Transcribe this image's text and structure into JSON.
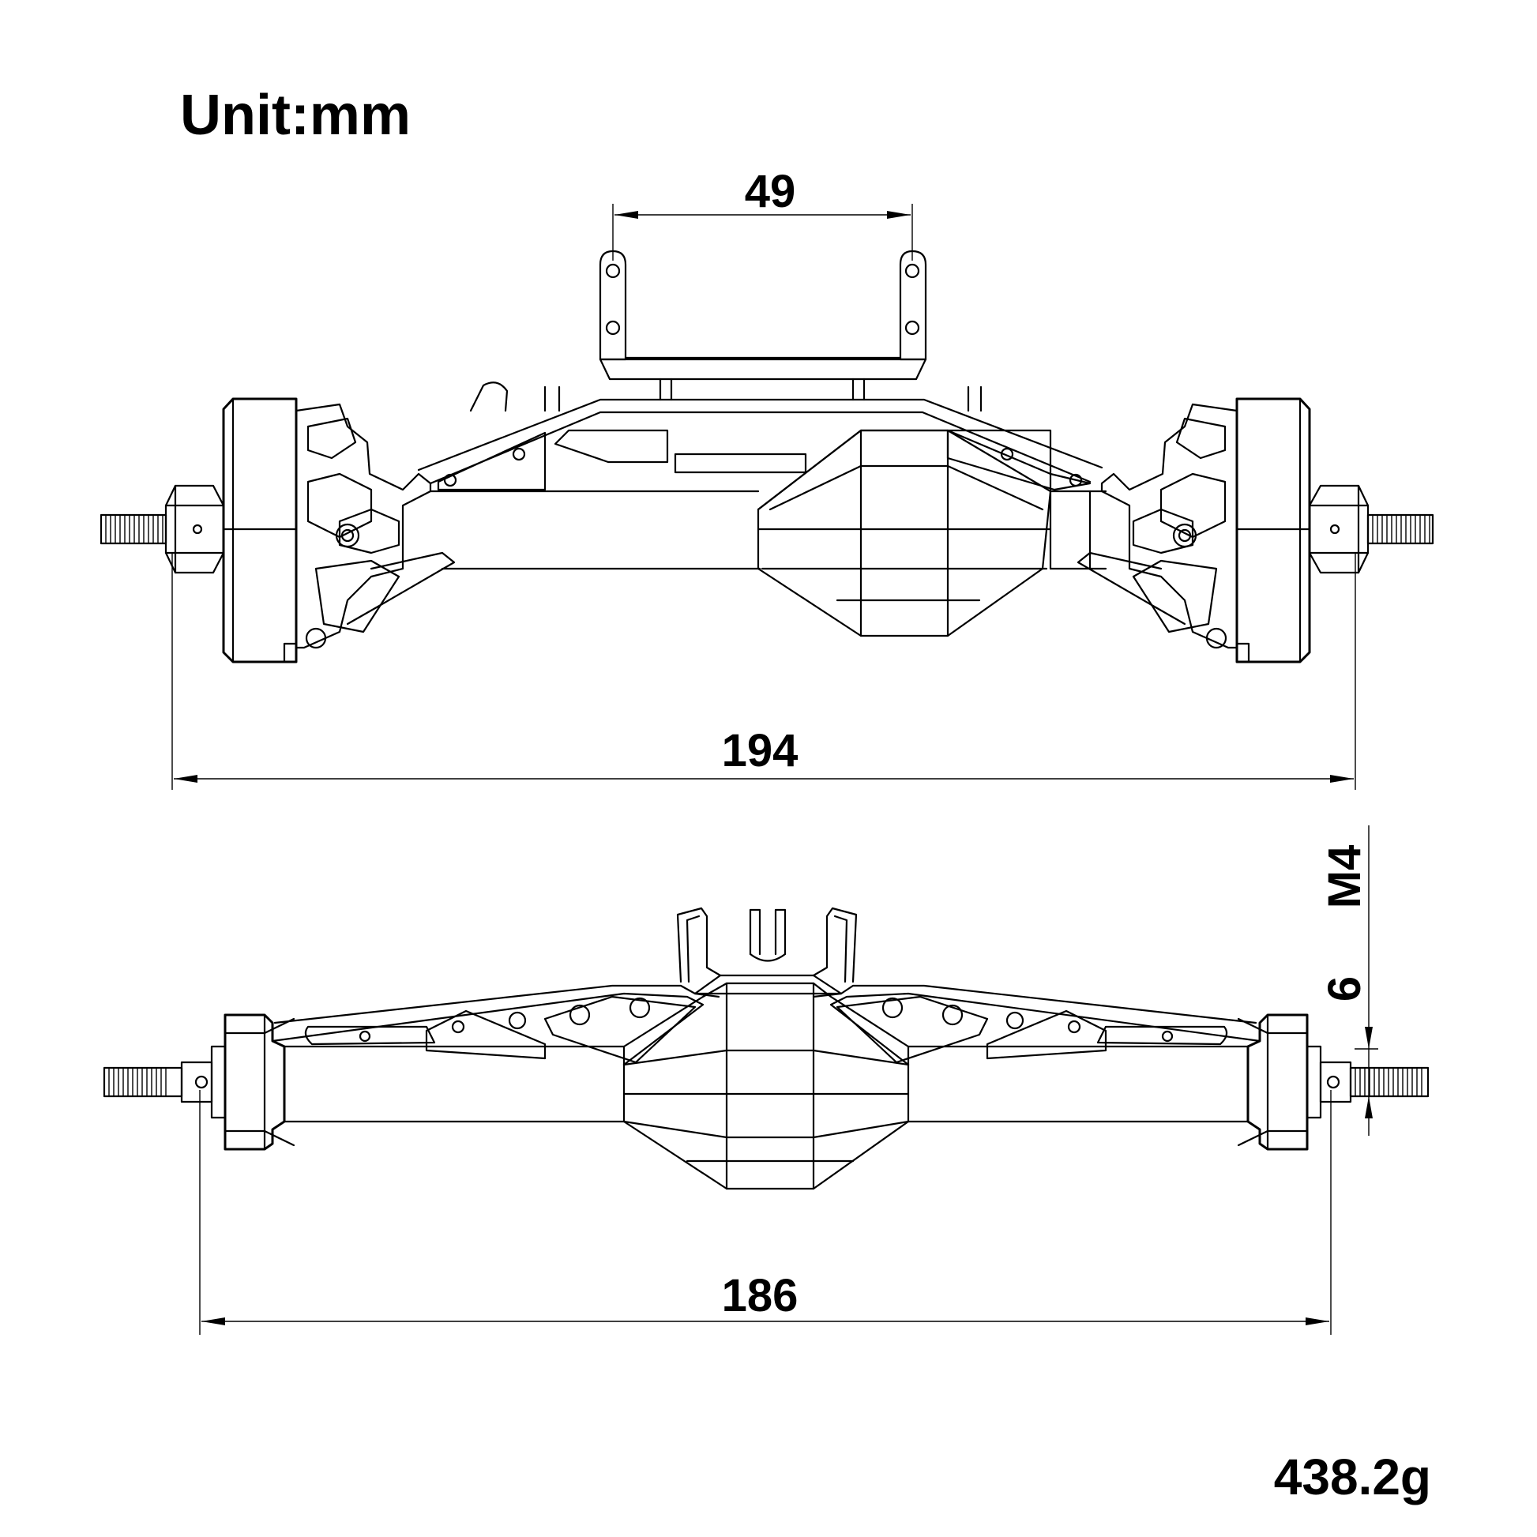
{
  "unit_label": "Unit:mm",
  "dimensions": {
    "mount_width": "49",
    "front_overall_width": "194",
    "rear_overall_width": "186",
    "stud_thread": "M4",
    "stud_diameter": "6"
  },
  "weight": "438.2g"
}
